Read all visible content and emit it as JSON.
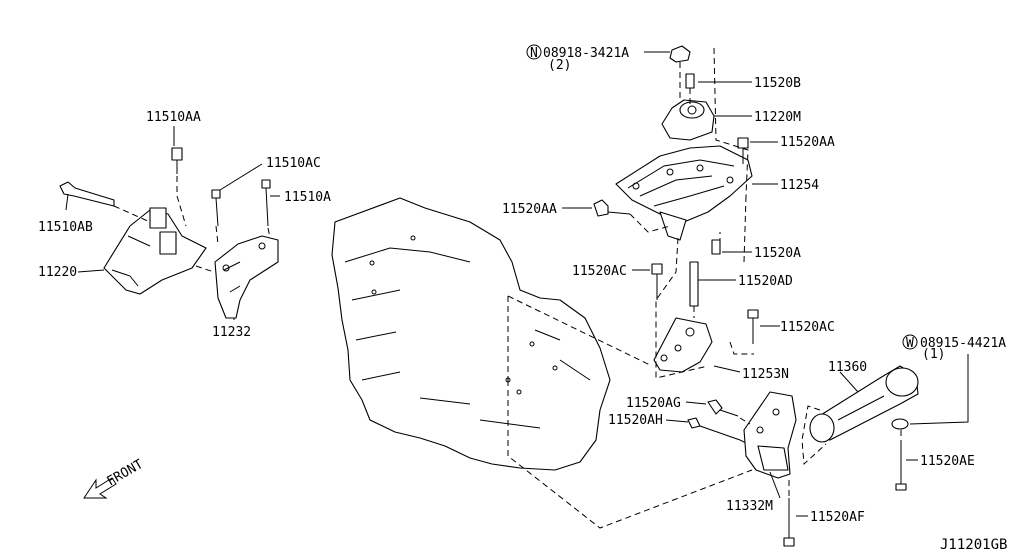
{
  "diagram_id": "J11201GB",
  "front_label": "FRONT",
  "callouts": {
    "c_08918": "08918-3421A",
    "c_08918_qty": "(2)",
    "c_08918_sym": "N",
    "c_08915": "08915-4421A",
    "c_08915_qty": "(1)",
    "c_08915_sym": "W",
    "c_11520B": "11520B",
    "c_11220M": "11220M",
    "c_11520AA_r": "11520AA",
    "c_11254": "11254",
    "c_11520AA_l": "11520AA",
    "c_11520A": "11520A",
    "c_11520AC_l": "11520AC",
    "c_11520AD": "11520AD",
    "c_11520AC_r": "11520AC",
    "c_11253N": "11253N",
    "c_11360": "11360",
    "c_11520AG": "11520AG",
    "c_11520AH": "11520AH",
    "c_11520AE": "11520AE",
    "c_11332M": "11332M",
    "c_11520AF": "11520AF",
    "c_11510AA": "11510AA",
    "c_11510AC": "11510AC",
    "c_11510A": "11510A",
    "c_11510AB": "11510AB",
    "c_11220": "11220",
    "c_11232": "11232"
  }
}
